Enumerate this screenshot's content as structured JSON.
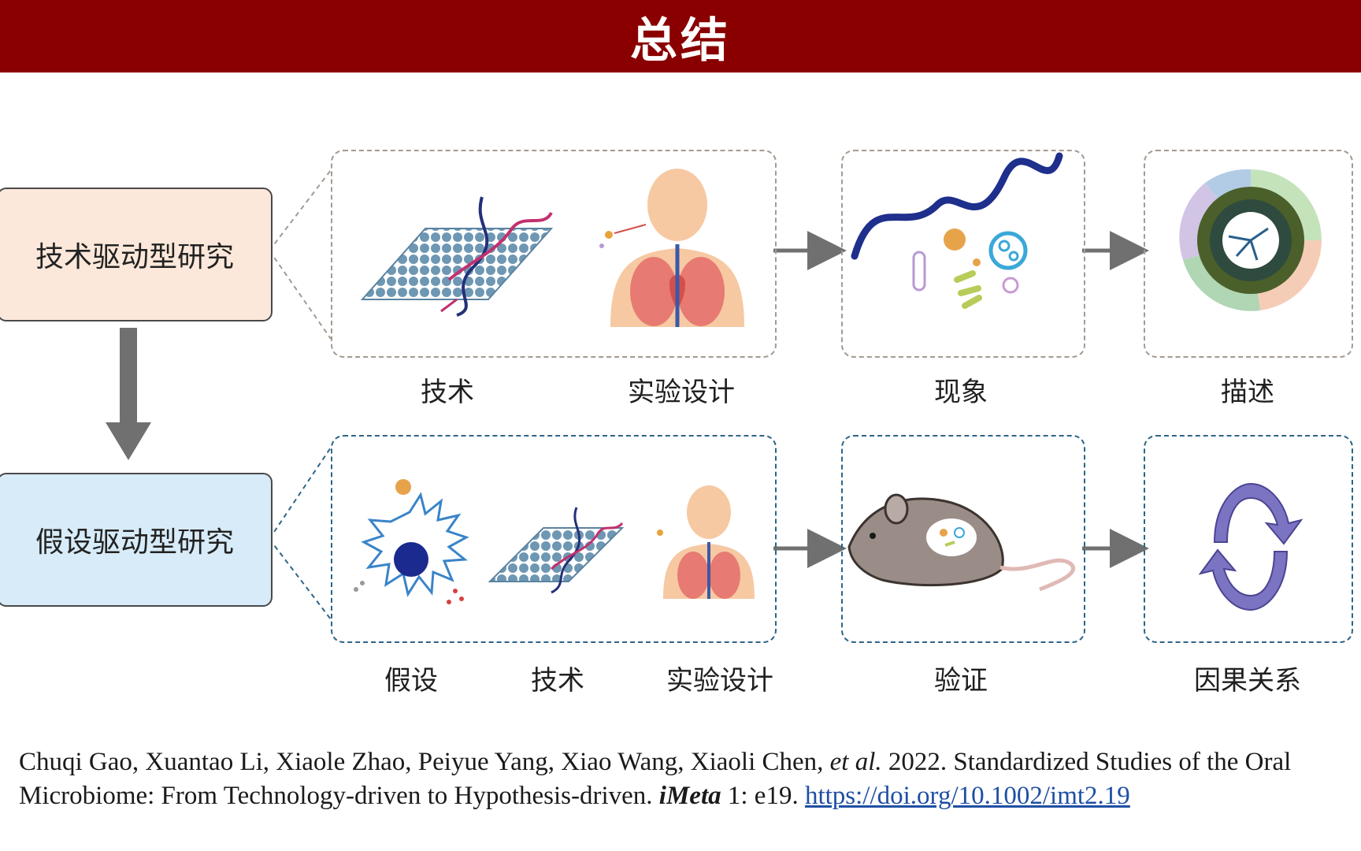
{
  "header": {
    "title": "总结"
  },
  "rows": {
    "tech_driven": {
      "label": "技术驱动型研究"
    },
    "hypothesis_driven": {
      "label": "假设驱动型研究"
    }
  },
  "top_labels": {
    "tech": "技术",
    "design": "实验设计",
    "phenomenon": "现象",
    "description": "描述"
  },
  "bottom_labels": {
    "hypothesis": "假设",
    "tech": "技术",
    "design": "实验设计",
    "validation": "验证",
    "causality": "因果关系"
  },
  "citation": {
    "authors": "Chuqi Gao, Xuantao Li, Xiaole Zhao, Peiyue Yang, Xiao Wang, Xiaoli Chen",
    "etal": ", et al.",
    "year_title": " 2022. Standardized Studies of the Oral Microbiome: From Technology-driven to Hypothesis-driven. ",
    "journal": "iMeta",
    "volume": " 1: e19. ",
    "doi": "https://doi.org/10.1002/imt2.19"
  },
  "colors": {
    "header_bg": "#8a0000",
    "tech_box": "#fce8da",
    "hyp_box": "#d7ebf8",
    "arrow": "#707070",
    "link": "#1f4fa3"
  }
}
